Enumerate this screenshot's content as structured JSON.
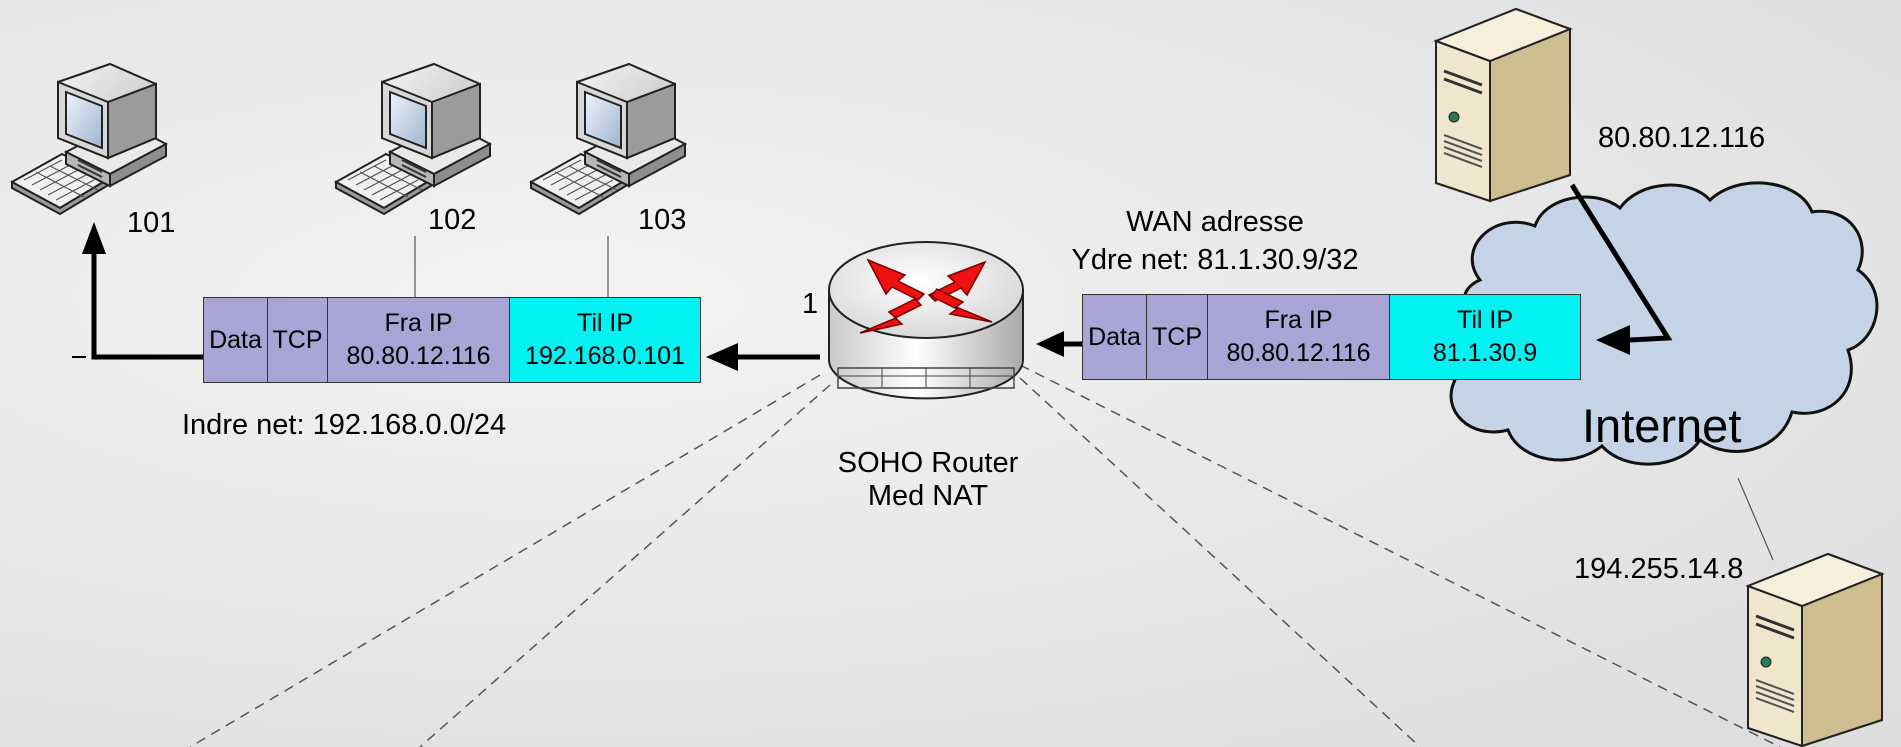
{
  "pcs": [
    {
      "label": "101"
    },
    {
      "label": "102"
    },
    {
      "label": "103"
    }
  ],
  "router": {
    "port_label": "1",
    "label_line1": "SOHO Router",
    "label_line2": "Med NAT"
  },
  "wan": {
    "line1": "WAN adresse",
    "line2": "Ydre net: 81.1.30.9/32"
  },
  "inner_net": "Indre net: 192.168.0.0/24",
  "internet_label": "Internet",
  "servers": [
    {
      "ip": "80.80.12.116"
    },
    {
      "ip": "194.255.14.8"
    }
  ],
  "packet_left": {
    "data": "Data",
    "tcp": "TCP",
    "from_label": "Fra IP",
    "from_ip": "80.80.12.116",
    "to_label": "Til IP",
    "to_ip": "192.168.0.101"
  },
  "packet_right": {
    "data": "Data",
    "tcp": "TCP",
    "from_label": "Fra IP",
    "from_ip": "80.80.12.116",
    "to_label": "Til IP",
    "to_ip": "81.1.30.9"
  },
  "colors": {
    "packet_header": "#a8a4d6",
    "packet_dest": "#00f2f2",
    "cloud": "#c5d3e6"
  }
}
